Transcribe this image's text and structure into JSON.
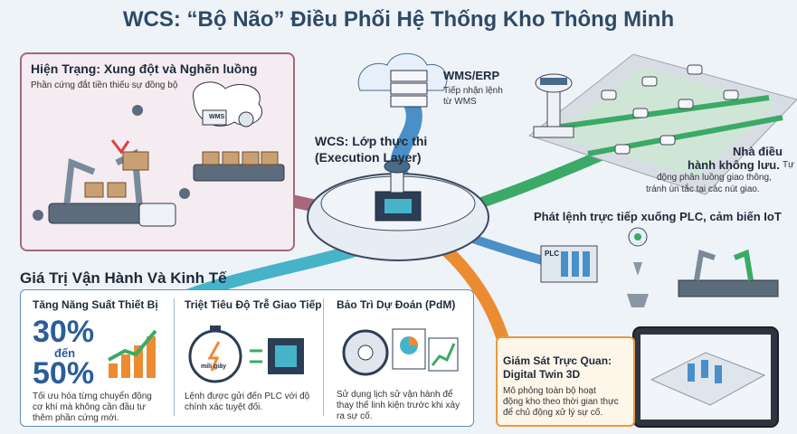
{
  "title": "WCS: “Bộ Não” Điều Phối Hệ Thống Kho Thông Minh",
  "current_state": {
    "heading": "Hiện Trạng: Xung đột và Nghẽn luồng",
    "subtitle": "Phần cứng đắt tiền thiếu sự đồng bộ",
    "wms_box": "WMS"
  },
  "wms_erp": {
    "label": "WMS/ERP",
    "desc_line1": "Tiếp nhận lệnh",
    "desc_line2": "từ WMS"
  },
  "wcs": {
    "label_line1": "WCS: Lớp thực thi",
    "label_line2": "(Execution Layer)"
  },
  "air_traffic": {
    "heading_line1": "Nhà điều",
    "heading_line2": "hành không lưu.",
    "desc_line1": "Tự",
    "desc_line2": "động phân luồng giao thông,",
    "desc_line3": "tránh ùn tắc tại các nút giao."
  },
  "plc": {
    "heading": "Phát lệnh trực tiếp xuống PLC, cảm biến IoT",
    "plc_label": "PLC"
  },
  "value_section": {
    "heading": "Giá Trị Vận Hành Và Kinh Tế",
    "col1": {
      "heading": "Tăng Năng Suất Thiết Bị",
      "num_from": "30%",
      "num_mid": "đến",
      "num_to": "50%",
      "desc_line1": "Tối ưu hóa từng chuyển động",
      "desc_line2": "cơ khí mà không cần đầu tư",
      "desc_line3": "thêm phần cứng mới."
    },
    "col2": {
      "heading": "Triệt Tiêu Độ Trễ Giao Tiếp",
      "stopwatch_label": "mili giây",
      "desc_line1": "Lệnh được gửi đến PLC với độ",
      "desc_line2": "chính xác tuyệt đối."
    },
    "col3": {
      "heading": "Bảo Trì Dự Đoán (PdM)",
      "desc_line1": "Sử dụng lịch sử vận hành để",
      "desc_line2": "thay thế linh kiện trước khi xảy",
      "desc_line3": "ra sự cố."
    }
  },
  "digital_twin": {
    "heading_line1": "Giám Sát Trực Quan:",
    "heading_line2": "Digital Twin 3D",
    "desc_line1": "Mô phỏng toàn bộ hoạt",
    "desc_line2": "động kho theo thời gian thực",
    "desc_line3": "để chủ động xử lý sự cố."
  },
  "colors": {
    "title": "#2f4a66",
    "red_flow": "#a8687a",
    "blue_flow": "#4a8fc8",
    "green_flow": "#3aaa66",
    "teal_flow": "#46b3c9",
    "orange_flow": "#eb8c32"
  }
}
